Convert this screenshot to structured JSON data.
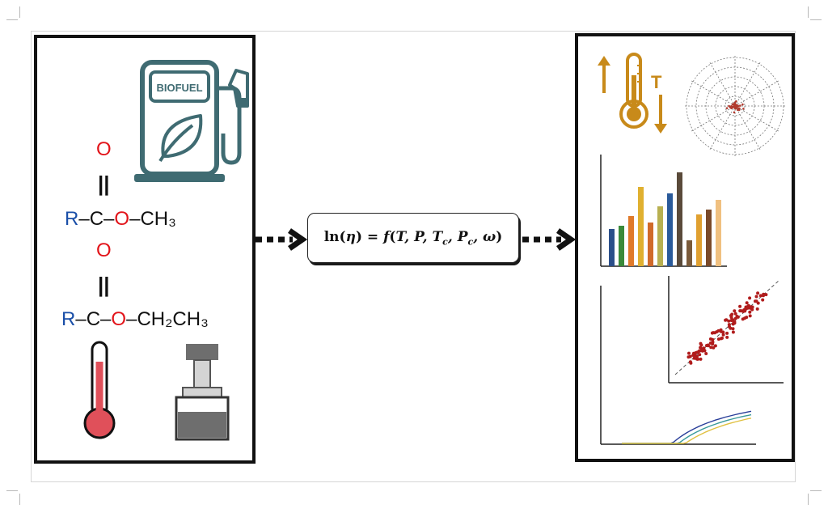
{
  "left_panel": {
    "pump_label": "BIOFUEL",
    "ester1": {
      "carbonyl_o": "O",
      "double_bond": "||",
      "r": "R",
      "b1": "–",
      "c": "C",
      "b2": "–",
      "o": "O",
      "b3": "–",
      "tail": "CH₃"
    },
    "ester2": {
      "carbonyl_o": "O",
      "double_bond": "||",
      "r": "R",
      "b1": "–",
      "c": "C",
      "b2": "–",
      "o": "O",
      "b3": "–",
      "tail": "CH₂CH₃"
    }
  },
  "equation": {
    "text": "ln(η) = f(T, P, Tc, Pc, ω)"
  },
  "right_panel": {
    "temp_symbol": "T"
  },
  "colors": {
    "pump": "#3f6b72",
    "ester_red": "#e2141a",
    "ester_blue": "#1a4fa8",
    "thermo_red": "#e0505a",
    "gold": "#c88a1a",
    "scatter": "#b01c1c"
  },
  "icons": [
    "fuel-pump-icon",
    "leaf-icon",
    "thermometer-icon",
    "pressure-gauge-icon",
    "thermometer-gold-icon",
    "arrow-up-icon",
    "arrow-down-icon",
    "polar-plot-icon",
    "bar-chart-icon",
    "decay-curve-icon",
    "parity-scatter-icon"
  ]
}
